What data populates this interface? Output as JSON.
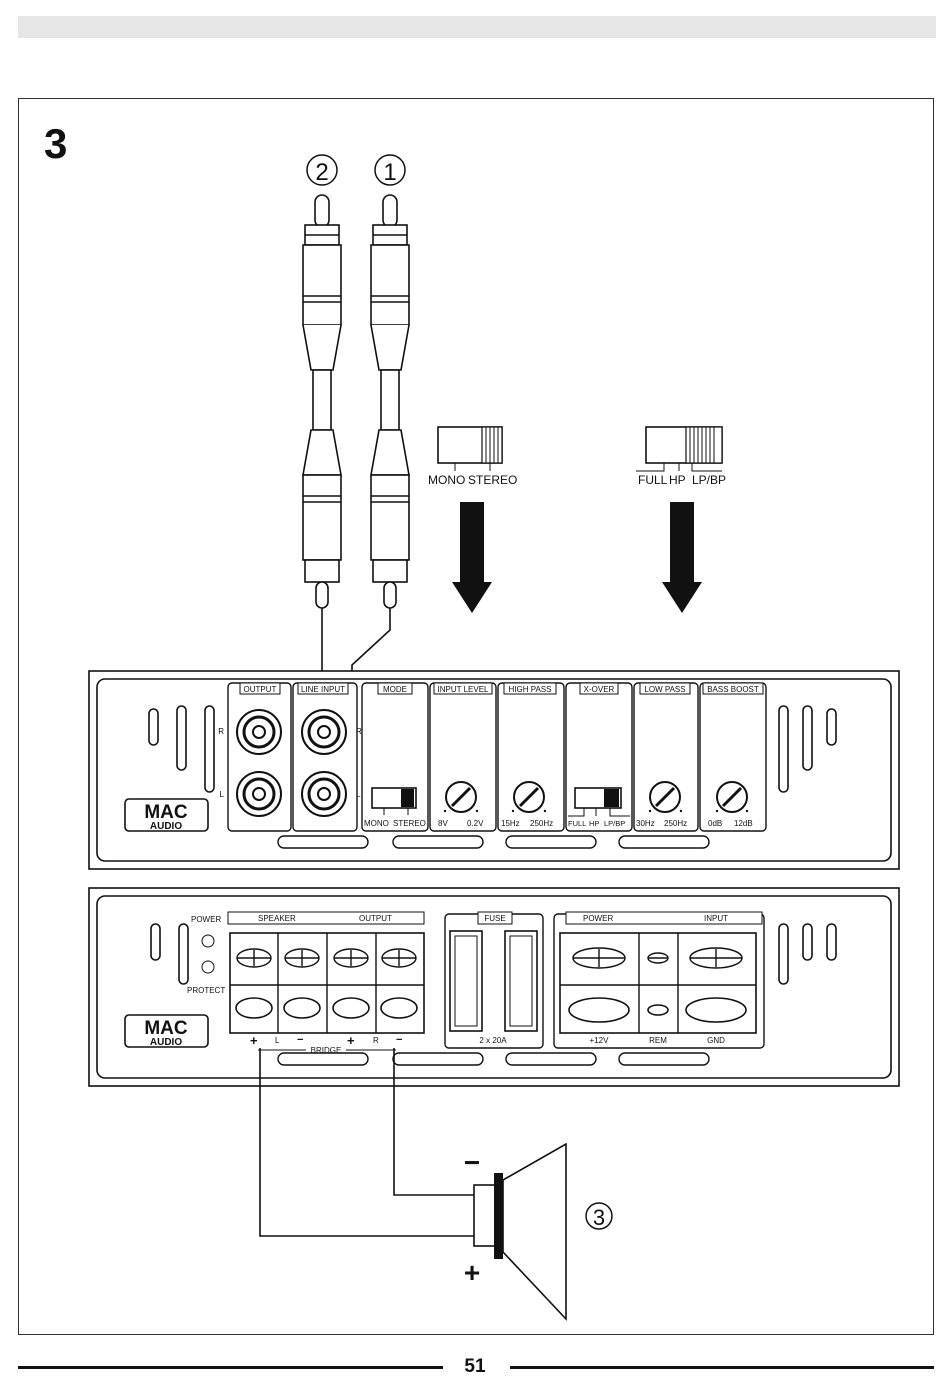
{
  "figure_number": "3",
  "callouts": {
    "rca_right": "1",
    "rca_left": "2",
    "speaker": "3"
  },
  "mode_switch": {
    "labels": [
      "MONO",
      "STEREO"
    ]
  },
  "xover_switch": {
    "labels": [
      "FULL",
      "HP",
      "LP/BP"
    ]
  },
  "top_panel": {
    "brand": [
      "MAC",
      "AUDIO"
    ],
    "sections": [
      "OUTPUT",
      "LINE INPUT",
      "MODE",
      "INPUT LEVEL",
      "HIGH PASS",
      "X-OVER",
      "LOW PASS",
      "BASS BOOST"
    ],
    "channel_labels": {
      "r": "R",
      "l": "L"
    },
    "mode_scale": [
      "MONO",
      "STEREO"
    ],
    "input_level_scale": [
      "8V",
      "0.2V"
    ],
    "high_pass_scale": [
      "15Hz",
      "250Hz"
    ],
    "xover_scale": [
      "FULL",
      "HP",
      "LP/BP"
    ],
    "low_pass_scale": [
      "30Hz",
      "250Hz"
    ],
    "bass_boost_scale": [
      "0dB",
      "12dB"
    ]
  },
  "bottom_panel": {
    "brand": [
      "MAC",
      "AUDIO"
    ],
    "leds": [
      "POWER",
      "PROTECT"
    ],
    "speaker_output": [
      "SPEAKER",
      "OUTPUT"
    ],
    "speaker_marks": [
      "+",
      "L",
      "−",
      "+",
      "R",
      "−"
    ],
    "bridge": "BRIDGE",
    "fuse": "FUSE",
    "fuse_rating": "2 x 20A",
    "power_input": [
      "POWER",
      "INPUT"
    ],
    "power_terms": [
      "+12V",
      "REM",
      "GND"
    ]
  },
  "speaker_polarity": {
    "minus": "−",
    "plus": "+"
  },
  "page_number": "51"
}
